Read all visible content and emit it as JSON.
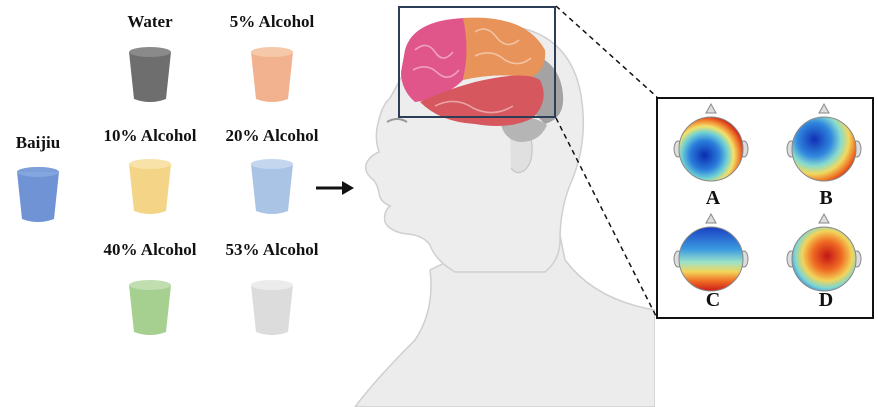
{
  "samples": {
    "baijiu_label": "Baijiu",
    "cups": [
      {
        "label": "Water",
        "color": "#6e6e6e"
      },
      {
        "label": "5% Alcohol",
        "color": "#f3b28f"
      },
      {
        "label": "10% Alcohol",
        "color": "#f4d486"
      },
      {
        "label": "20% Alcohol",
        "color": "#a9c4e4"
      },
      {
        "label": "40% Alcohol",
        "color": "#a6d08f"
      },
      {
        "label": "53% Alcohol",
        "color": "#dcdcdc"
      }
    ],
    "baijiu_color": "#6f93d4"
  },
  "brain_maps": {
    "panels": [
      "A",
      "B",
      "C",
      "D"
    ]
  },
  "colors": {
    "frontal_lobe": "#e0568a",
    "parietal_lobe": "#e8935a",
    "temporal_lobe": "#d6575e",
    "occipital_lobe": "#a3a3a3",
    "head": "#ebebeb"
  }
}
